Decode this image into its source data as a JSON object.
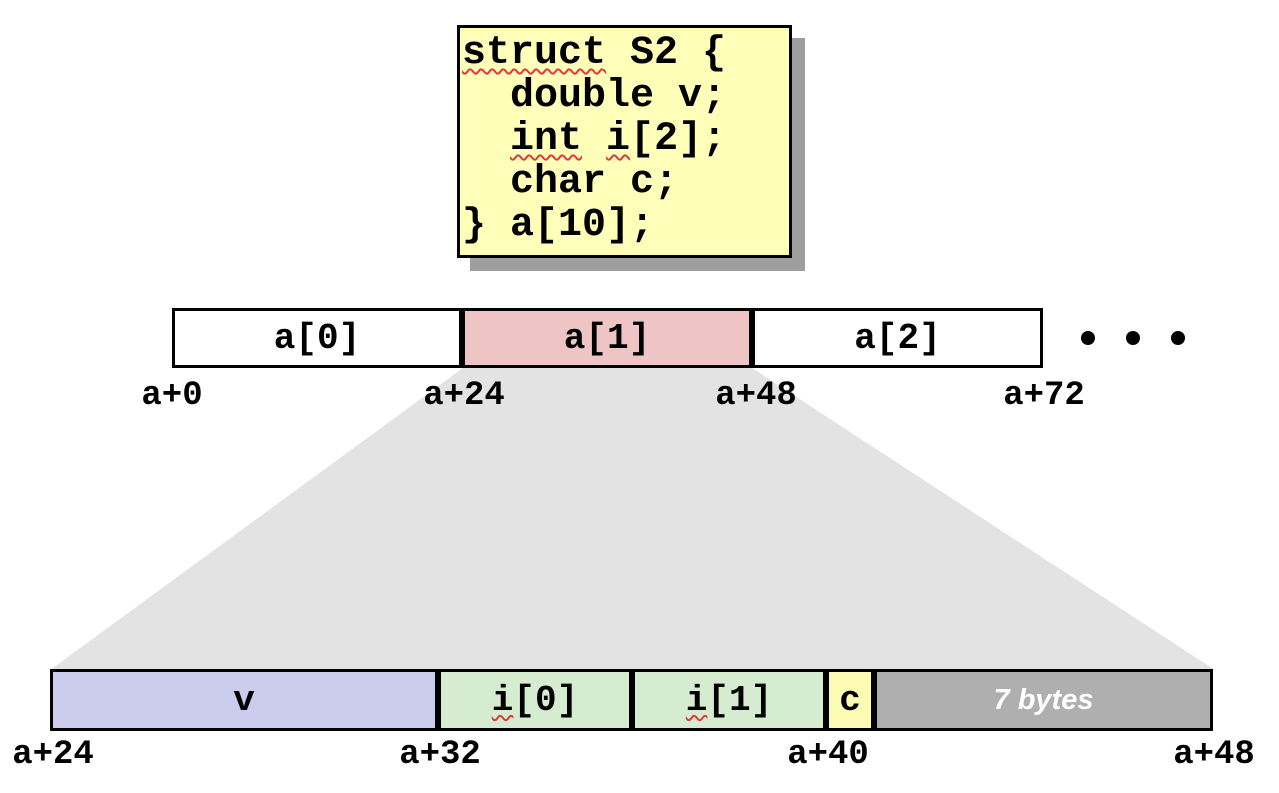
{
  "code_box": {
    "l1_kw": "struct",
    "l1_rest": " S2 {",
    "l2": "  double v;",
    "l3_pre": "  ",
    "l3_kw": "int",
    "l3_mid": " ",
    "l3_var": "i",
    "l3_rest": "[2];",
    "l4": "  char c;",
    "l5": "} a[10];"
  },
  "top_row": {
    "cells": [
      {
        "label": "a[0]",
        "highlighted": false
      },
      {
        "label": "a[1]",
        "highlighted": true
      },
      {
        "label": "a[2]",
        "highlighted": false
      }
    ],
    "addresses": [
      "a+0",
      "a+24",
      "a+48",
      "a+72"
    ],
    "ellipsis_dot_count": 3
  },
  "bottom_row": {
    "cells": [
      {
        "label": "v"
      },
      {
        "label_var": "i",
        "label_rest": "[0]"
      },
      {
        "label_var": "i",
        "label_rest": "[1]"
      },
      {
        "label": "c"
      },
      {
        "label": "7 bytes"
      }
    ],
    "addresses": [
      "a+24",
      "a+32",
      "a+40",
      "a+48"
    ]
  },
  "colors": {
    "code_box_bg": "#FFFFB9",
    "code_box_shadow": "#9E9E9E",
    "highlight_pink": "#EFC4C4",
    "double_lavender": "#CBCCED",
    "int_green": "#D5ECD0",
    "char_yellow": "#FBFBB4",
    "padding_gray": "#AFAFAF",
    "trapezoid_gray": "#E3E3E3",
    "squiggle_red": "#E03A3A"
  }
}
